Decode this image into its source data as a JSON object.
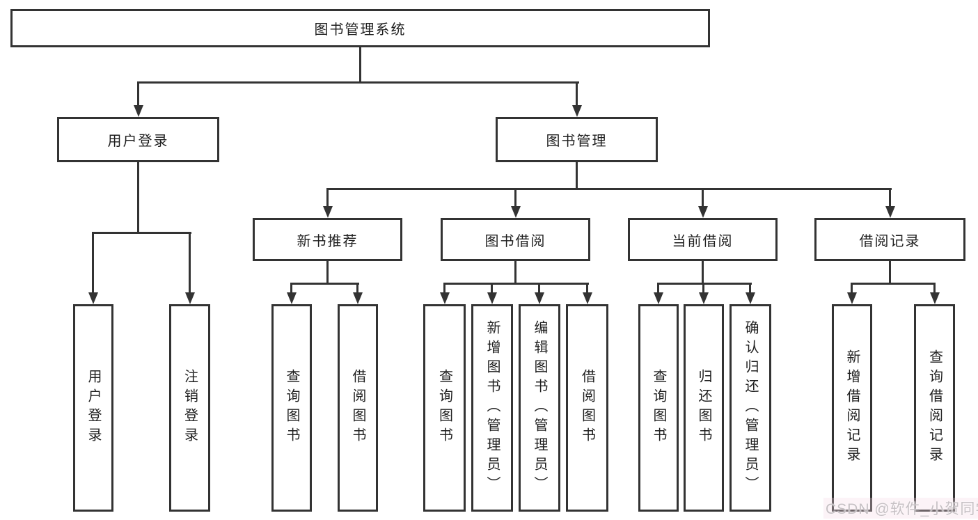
{
  "nodes": {
    "root": "图书管理系统",
    "user_login": "用户登录",
    "book_mgmt": "图书管理",
    "new_book": "新书推荐",
    "borrow": "图书借阅",
    "current": "当前借阅",
    "record": "借阅记录",
    "l_user_login": "用户登录",
    "l_logout": "注销登录",
    "l_query1": "查询图书",
    "l_borrow1": "借阅图书",
    "l_query2": "查询图书",
    "l_add_book": "新增图书（管理员）",
    "l_edit_book": "编辑图书（管理员）",
    "l_borrow2": "借阅图书",
    "l_query3": "查询图书",
    "l_return": "归还图书",
    "l_confirm": "确认归还（管理员）",
    "l_add_rec": "新增借阅记录",
    "l_query_rec": "查询借阅记录"
  },
  "structure": {
    "root": [
      "user_login",
      "book_mgmt"
    ],
    "user_login": [
      "l_user_login",
      "l_logout"
    ],
    "book_mgmt": [
      "new_book",
      "borrow",
      "current",
      "record"
    ],
    "new_book": [
      "l_query1",
      "l_borrow1"
    ],
    "borrow": [
      "l_query2",
      "l_add_book",
      "l_edit_book",
      "l_borrow2"
    ],
    "current": [
      "l_query3",
      "l_return",
      "l_confirm"
    ],
    "record": [
      "l_add_rec",
      "l_query_rec"
    ]
  },
  "watermark": {
    "text": "CSDN @软件_小贺同学"
  },
  "colors": {
    "line": "#333333",
    "box_border": "#333333",
    "box_fill": "#ffffff",
    "text": "#1f1f1f",
    "background": "#ffffff",
    "watermark_text": "#c6c0c4"
  }
}
